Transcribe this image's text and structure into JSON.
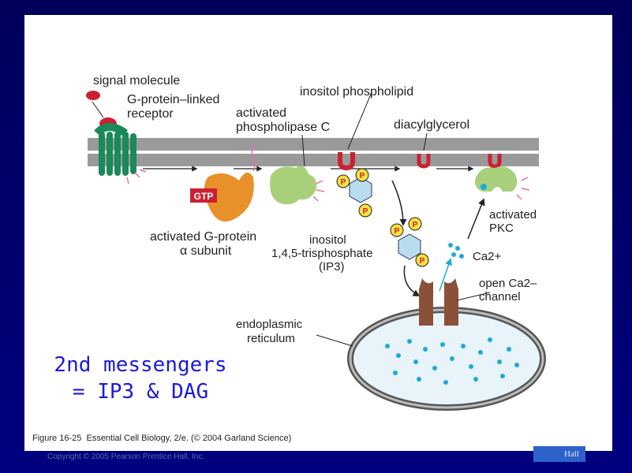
{
  "labels": {
    "signal_molecule": "signal molecule",
    "g_protein_receptor_1": "G-protein–linked",
    "g_protein_receptor_2": "receptor",
    "activated_plc_1": "activated",
    "activated_plc_2": "phospholipase C",
    "inositol_phospholipid": "inositol phospholipid",
    "diacylglycerol": "diacylglycerol",
    "gtp": "GTP",
    "activated_g_protein_1": "activated G-protein",
    "activated_g_protein_2": "α subunit",
    "inositol_1": "inositol",
    "inositol_2": "1,4,5-trisphosphate",
    "inositol_3": "(IP3)",
    "activated_pkc_1": "activated",
    "activated_pkc_2": "PKC",
    "ca2": "Ca2+",
    "open_ca_1": "open Ca2–",
    "open_ca_2": "channel",
    "er_1": "endoplasmic",
    "er_2": "reticulum",
    "phosphate": "P"
  },
  "caption": "Figure 16-25  Essential Cell Biology, 2/e. (© 2004 Garland Science)",
  "note": {
    "line1": "2nd messengers",
    "line2": "= IP3 & DAG"
  },
  "footer": {
    "text": "Copyright © 2005 Pearson Prentice Hall, Inc.",
    "logo": "Hall"
  },
  "colors": {
    "receptor": "#1a8a5a",
    "membrane": "#9a9a9a",
    "g_protein": "#e8902a",
    "plc": "#a8d07a",
    "lipid_head": "#cc2030",
    "phosphate": "#f5e040",
    "ca_dot": "#20a8d8",
    "channel": "#8a5038",
    "er_lumen": "#e8f4fa",
    "note": "#1a1adc"
  }
}
